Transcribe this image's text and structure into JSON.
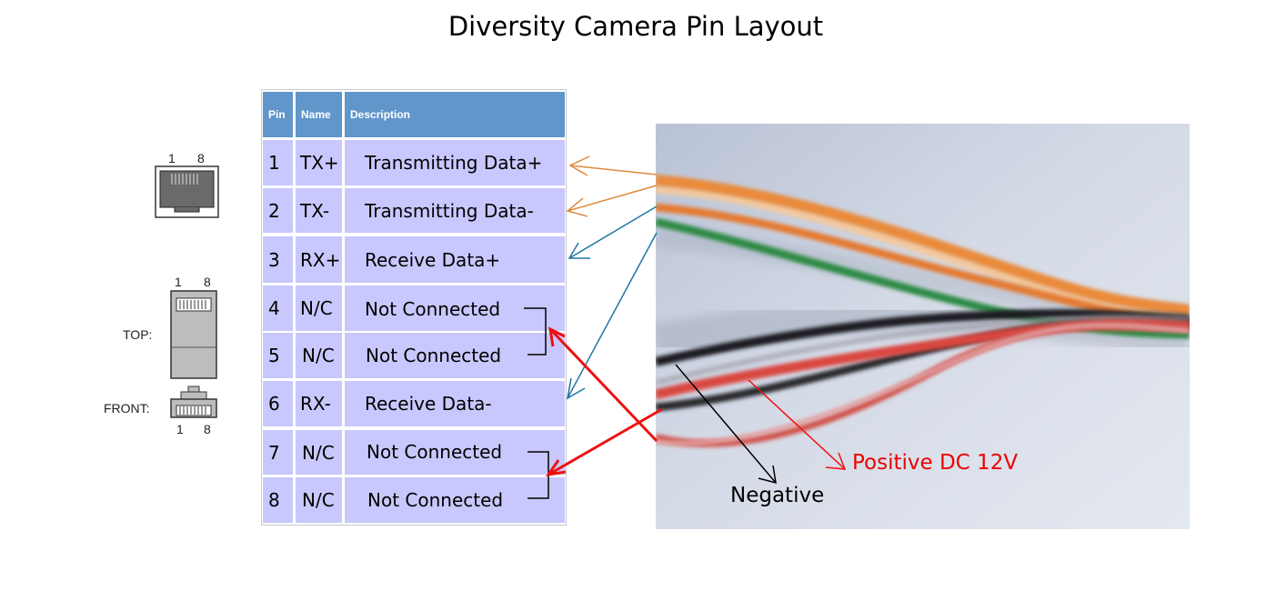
{
  "title": "Diversity Camera Pin Layout",
  "jack": {
    "label_left": "1",
    "label_right": "8"
  },
  "plug": {
    "top_label_left": "1",
    "top_label_right": "8",
    "top_caption": "TOP:",
    "front_caption": "FRONT:",
    "front_label_left": "1",
    "front_label_right": "8"
  },
  "table": {
    "headers": {
      "pin": "Pin",
      "name": "Name",
      "description": "Description"
    },
    "rows": [
      {
        "pin": "1",
        "name": "TX+",
        "description": "Transmitting Data+"
      },
      {
        "pin": "2",
        "name": "TX-",
        "description": "Transmitting Data-"
      },
      {
        "pin": "3",
        "name": "RX+",
        "description": "Receive Data+"
      },
      {
        "pin": "4",
        "name": "N/C",
        "description": "Not Connected"
      },
      {
        "pin": "5",
        "name": "N/C",
        "description": "Not Connected"
      },
      {
        "pin": "6",
        "name": "RX-",
        "description": "Receive Data-"
      },
      {
        "pin": "7",
        "name": "N/C",
        "description": "Not Connected"
      },
      {
        "pin": "8",
        "name": "N/C",
        "description": "Not Connected"
      }
    ]
  },
  "annotations": {
    "positive": "Positive DC 12V",
    "negative": "Negative"
  },
  "colors": {
    "header_blue": "#6196cb",
    "row_lavender": "#c8c8fe",
    "orange_arrow": "#e08a3c",
    "blue_arrow": "#1f77a4",
    "red_arrow": "#ee1111",
    "positive_text": "#ee0000"
  }
}
